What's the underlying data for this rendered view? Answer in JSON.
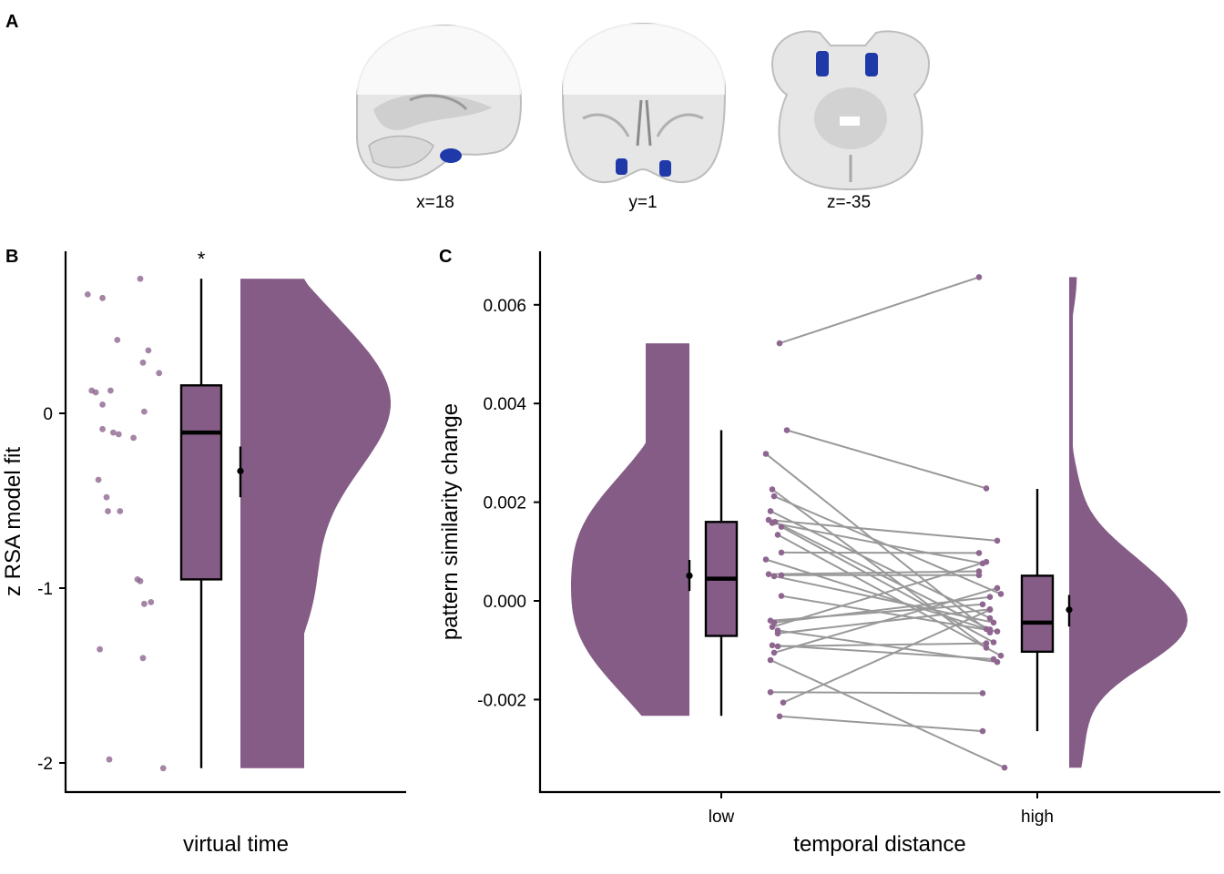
{
  "panels": {
    "a_letter": "A",
    "b_letter": "B",
    "c_letter": "C"
  },
  "brain": {
    "slices": [
      {
        "view": "sagittal",
        "label": "x=18"
      },
      {
        "view": "coronal",
        "label": "y=1"
      },
      {
        "view": "axial",
        "label": "z=-35"
      }
    ],
    "roi_color": "#1f3aa8"
  },
  "colors": {
    "violin": "#845c86",
    "point": "#8e6690",
    "line": "#999999",
    "box_fill": "#845c86"
  },
  "chart_data": [
    {
      "type": "raincloud",
      "panel": "B",
      "xlabel": "virtual time",
      "ylabel": "z RSA model fit",
      "ylim": [
        -2.17,
        0.93
      ],
      "yticks": [
        -2,
        -1,
        0
      ],
      "ytick_labels": [
        "-2",
        "-1",
        "0"
      ],
      "significance": "*",
      "points": [
        0.68,
        0.66,
        0.77,
        0.42,
        0.36,
        0.29,
        0.23,
        0.13,
        0.12,
        0.13,
        0.05,
        0.01,
        -0.09,
        -0.11,
        -0.12,
        -0.14,
        -0.38,
        -0.48,
        -0.56,
        -0.56,
        -0.95,
        -0.96,
        -1.08,
        -1.09,
        -1.35,
        -1.4,
        -1.98,
        -2.03
      ],
      "box": {
        "min": -2.03,
        "q1": -0.95,
        "median": -0.11,
        "q3": 0.16,
        "max": 0.77
      },
      "mean": -0.33,
      "ci": [
        -0.48,
        -0.19
      ],
      "grid": false,
      "legend": "none"
    },
    {
      "type": "raincloud",
      "panel": "C",
      "xlabel": "temporal distance",
      "ylabel": "pattern similarity change",
      "categories": [
        "low",
        "high"
      ],
      "ylim": [
        -0.0039,
        0.0071
      ],
      "yticks": [
        -0.002,
        0.0,
        0.002,
        0.004,
        0.006
      ],
      "ytick_labels": [
        "-0.002",
        "0.000",
        "0.002",
        "0.004",
        "0.006"
      ],
      "low": {
        "box": {
          "min": -0.00233,
          "q1": -0.00071,
          "median": 0.00045,
          "q3": 0.0016,
          "max": 0.00346
        },
        "mean": 0.00051,
        "ci": [
          0.0002,
          0.00083
        ]
      },
      "high": {
        "box": {
          "min": -0.00264,
          "q1": -0.00103,
          "median": -0.00044,
          "q3": 0.00051,
          "max": 0.00227
        },
        "mean": -0.00018,
        "ci": [
          -0.00052,
          0.00012
        ]
      },
      "pairs": [
        [
          0.00522,
          0.00656
        ],
        [
          0.00346,
          0.00228
        ],
        [
          0.00298,
          -0.00064
        ],
        [
          0.00226,
          -0.00095
        ],
        [
          0.00212,
          0.00014
        ],
        [
          0.00182,
          -0.00035
        ],
        [
          0.00164,
          0.00122
        ],
        [
          0.0016,
          -0.00058
        ],
        [
          0.00158,
          0.00076
        ],
        [
          0.0015,
          -0.00084
        ],
        [
          0.00134,
          -0.00111
        ],
        [
          0.00098,
          0.00097
        ],
        [
          0.00084,
          -0.00057
        ],
        [
          0.00054,
          0.0006
        ],
        [
          0.00052,
          0.00052
        ],
        [
          0.0005,
          -0.00044
        ],
        [
          0.0001,
          -0.00062
        ],
        [
          -0.0004,
          -7e-05
        ],
        [
          -0.00044,
          8e-05
        ],
        [
          -0.00053,
          0.00079
        ],
        [
          -0.0006,
          -0.00124
        ],
        [
          -0.00066,
          -0.00017
        ],
        [
          -0.0009,
          -0.00118
        ],
        [
          -0.00092,
          -0.00086
        ],
        [
          -0.00105,
          0.00026
        ],
        [
          -0.00185,
          -0.00187
        ],
        [
          -0.00206,
          -0.00018
        ],
        [
          -0.00234,
          -0.00264
        ],
        [
          -0.0012,
          -0.00338
        ]
      ],
      "grid": false,
      "legend": "none"
    }
  ]
}
